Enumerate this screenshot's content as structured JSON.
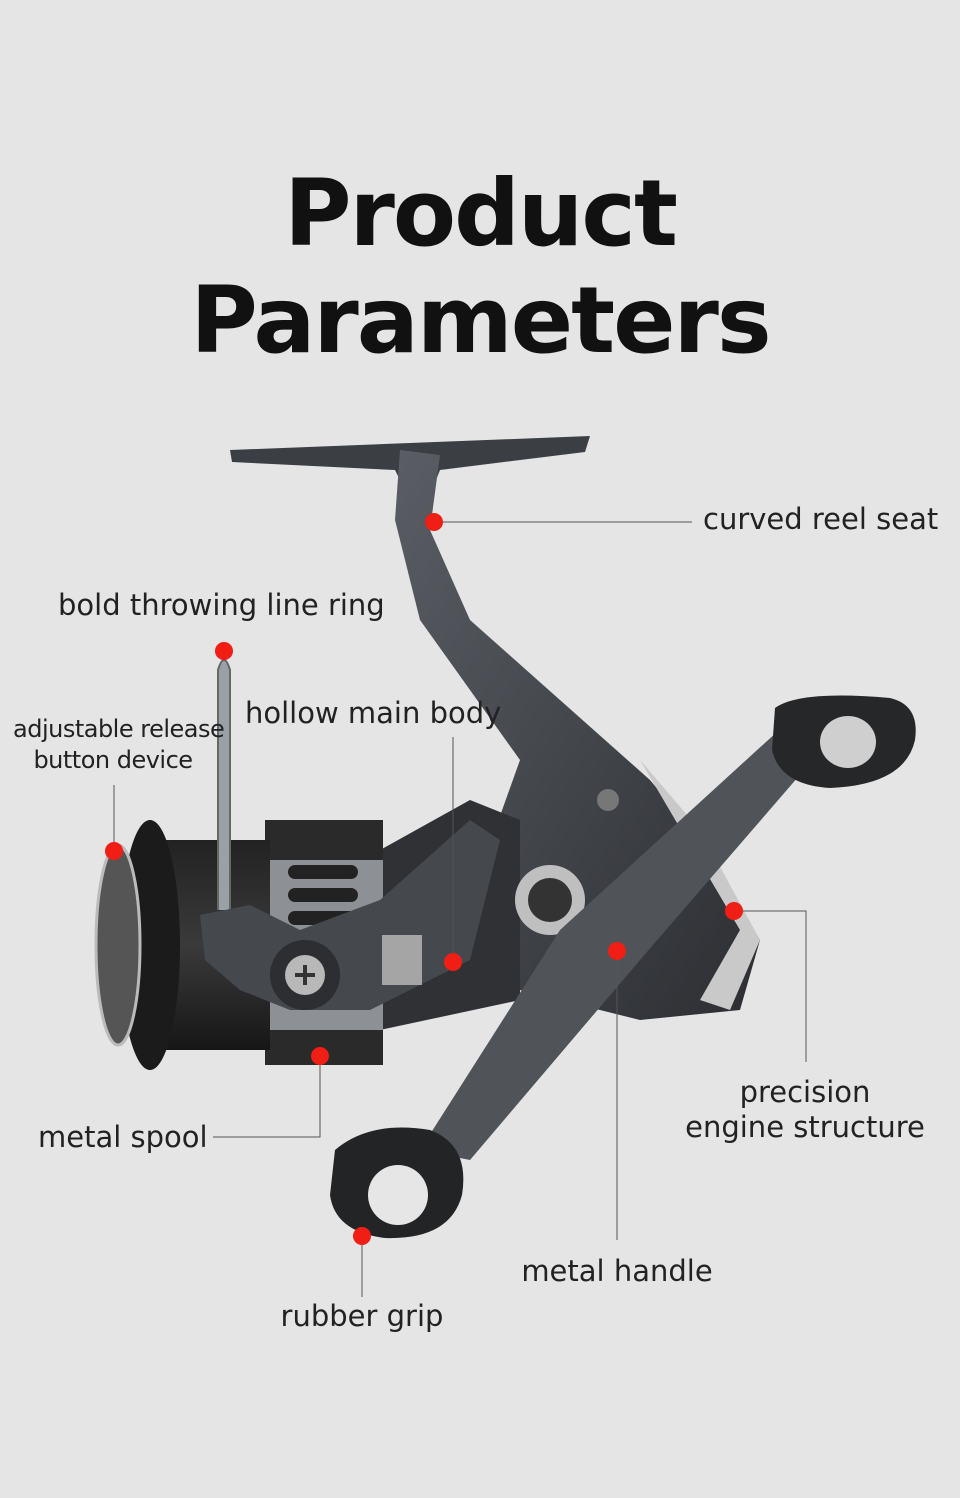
{
  "title": "Product Parameters",
  "colors": {
    "background": "#e5e5e5",
    "marker": "#f01e14",
    "leader": "#555555",
    "body": "#3a3d42"
  },
  "labels": {
    "curved_reel_seat": "curved reel seat",
    "bold_throwing_line_ring": "bold throwing line ring",
    "adjustable_release_line1": "adjustable release",
    "adjustable_release_line2": "button device",
    "hollow_main_body": "hollow main body",
    "metal_spool": "metal spool",
    "rubber_grip": "rubber grip",
    "metal_handle": "metal handle",
    "precision_line1": "precision",
    "precision_line2": "engine structure"
  }
}
